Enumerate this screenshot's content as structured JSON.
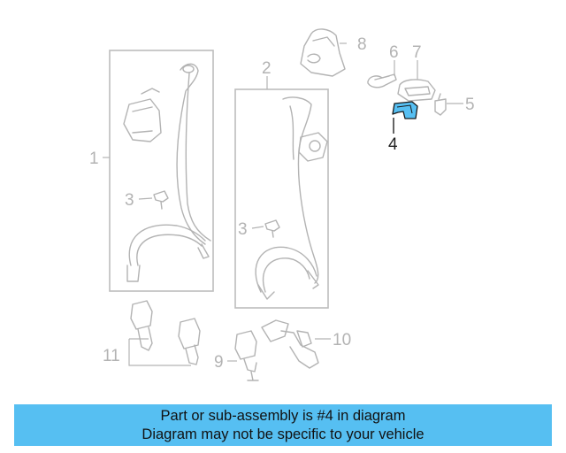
{
  "diagram": {
    "callouts": [
      "1",
      "2",
      "3",
      "3",
      "4",
      "5",
      "6",
      "7",
      "8",
      "9",
      "10",
      "11"
    ],
    "highlighted_part": "4",
    "highlight_color": "#56bff2",
    "line_color": "#b3b3b3"
  },
  "banner": {
    "line1": "Part or sub-assembly is #4 in diagram",
    "line2": "Diagram may not be specific to your vehicle",
    "background": "#56bff2"
  }
}
